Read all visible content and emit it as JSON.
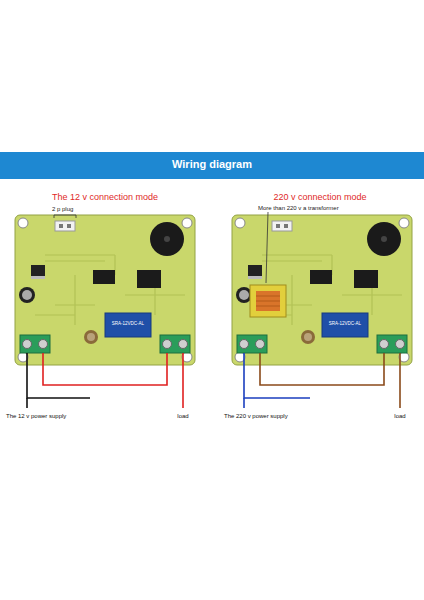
{
  "diagram": {
    "title": "Wiring diagram",
    "labels": [
      "The 12 v connection mode",
      "2 p plug",
      "SRA-12VDC-AL",
      "The 12 v power supply",
      "load",
      "220 v connection mode",
      "More than 220 v a transformer",
      "SRA-12VDC-AL",
      "The 220 v power supply",
      "load"
    ]
  }
}
